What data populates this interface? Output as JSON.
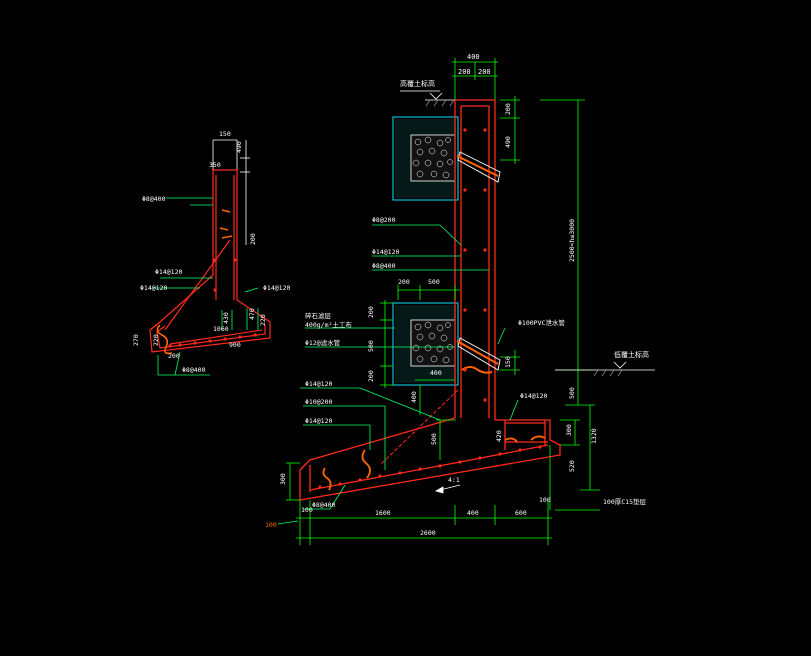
{
  "colors": {
    "background": "#000000",
    "rebar": "#ff2a1a",
    "dimension": "#00ff00",
    "leader": "#00ff66",
    "hatch": "#00e5ff",
    "stone": "#ffffff",
    "text": "#ffffff",
    "label_warn": "#ff6600"
  },
  "left_detail": {
    "dims": {
      "top": "150",
      "d350": "350",
      "d490": "490",
      "d200": "200",
      "d470": "470",
      "d430": "430",
      "d220": "220",
      "d1060": "1060",
      "d900": "900",
      "d270": "270",
      "d220b": "220",
      "d200b": "200"
    },
    "labels": {
      "bar_top": "Φ8@400",
      "bar_a": "Φ14@120",
      "bar_b": "Φ14@120",
      "bar_c": "Φ14@120",
      "bar_d": "Φ8@400"
    }
  },
  "main_detail": {
    "top_dims": {
      "total": "400",
      "left": "200",
      "right": "200"
    },
    "high_ground": "高覆土标高",
    "low_ground": "低覆土标高",
    "right_dims": {
      "d200": "200",
      "d490": "490",
      "height": "2500<h≤3000",
      "d150": "150",
      "d500": "500",
      "d300": "300",
      "d1320": "1320",
      "d520": "520",
      "d100": "100"
    },
    "inner_dims": {
      "d200a": "200",
      "d500a": "500",
      "d200": "200",
      "d500": "500",
      "d200b": "200",
      "d400": "400",
      "d400b": "400",
      "d500b": "500",
      "d420": "420",
      "d300": "300",
      "d100": "100"
    },
    "labels": {
      "bar1": "Φ8@200",
      "bar2": "Φ14@120",
      "bar3": "Φ8@400",
      "gravel": "碎石滤层",
      "gravel_spec": "400g/m²土工布",
      "pipe_note": "Φ12@滤水管",
      "pvc": "Φ100PVC泄水管",
      "bar4": "Φ14@120",
      "bar5": "Φ10@200",
      "bar6": "Φ14@120",
      "bar7": "Φ14@120",
      "bar8": "Φ8@400",
      "slope": "4:1",
      "cushion": "100厚C15垫层",
      "sheet": "100"
    },
    "bottom_dims": {
      "d100": "100",
      "d1600": "1600",
      "d400": "400",
      "d600": "600",
      "total": "2600"
    }
  }
}
